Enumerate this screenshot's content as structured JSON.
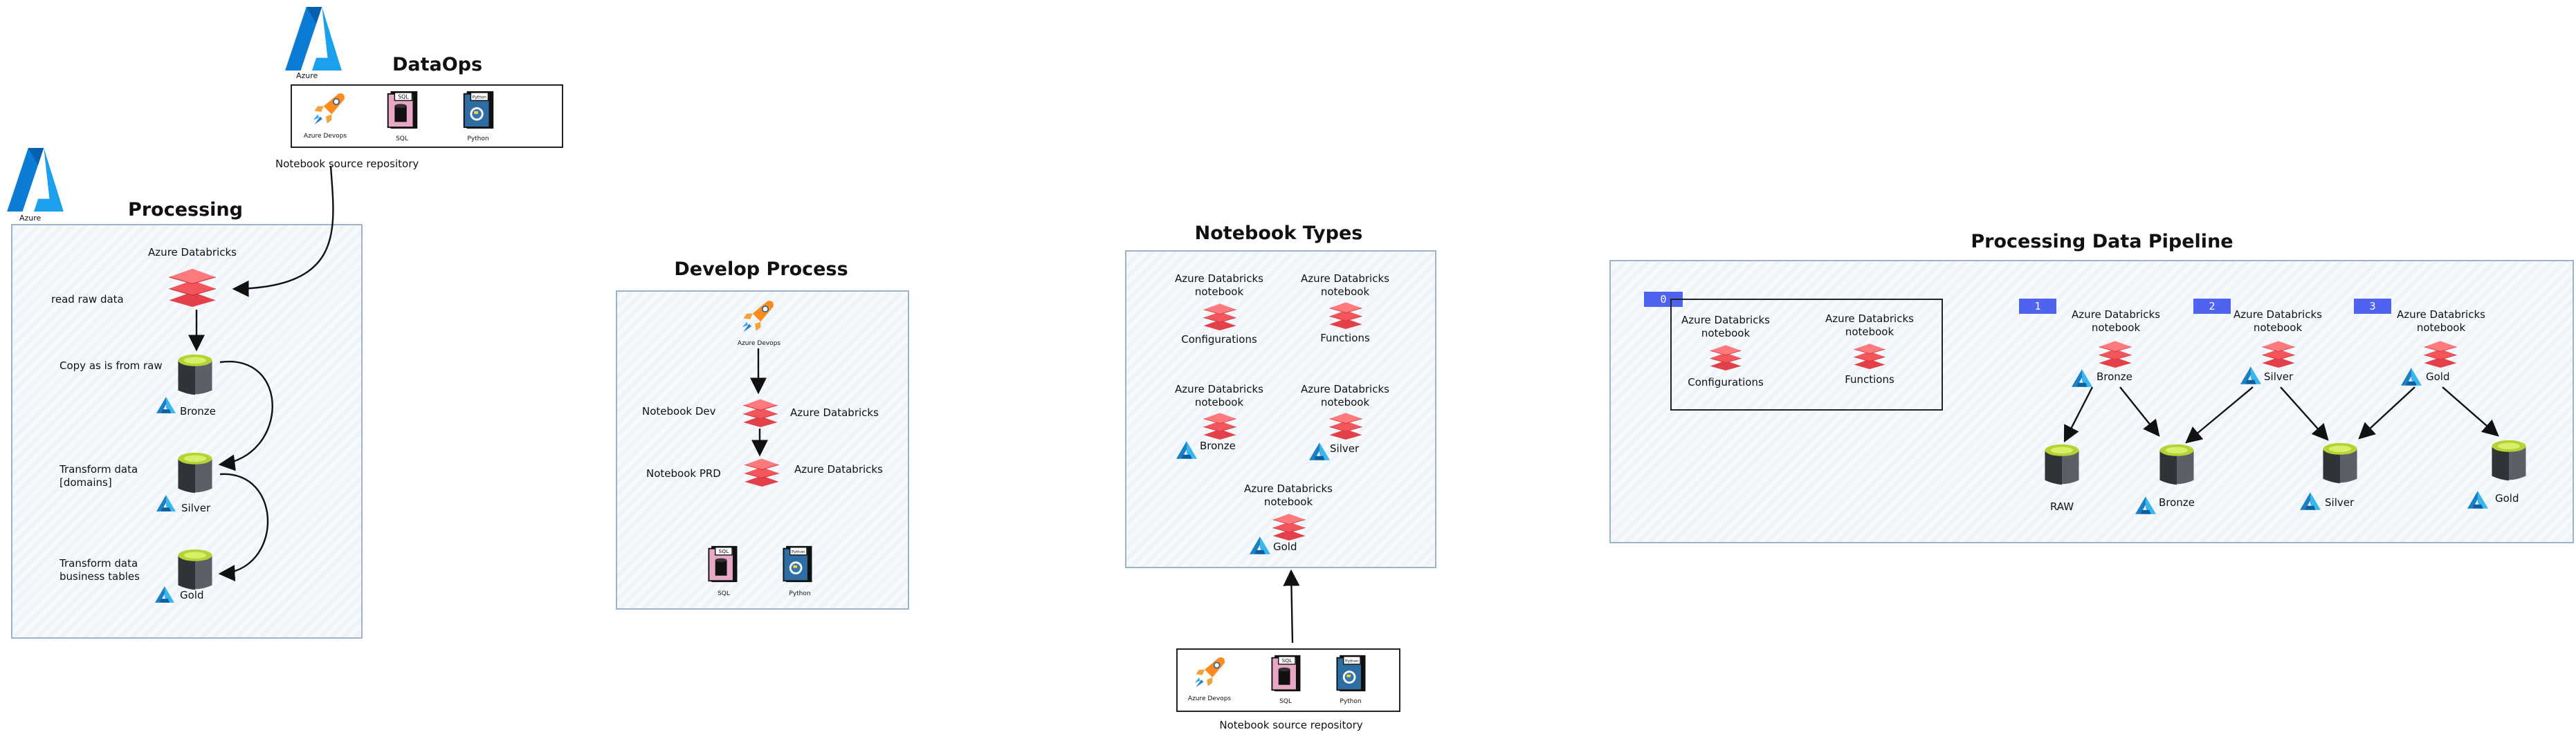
{
  "dataops": {
    "azure_logo_text": "Azure",
    "title": "DataOps",
    "tools": [
      "Azure Devops",
      "SQL",
      "Python"
    ],
    "caption": "Notebook source repository"
  },
  "processing": {
    "azure_logo_text": "Azure",
    "title": "Processing",
    "databricks_label": "Azure Databricks",
    "steps": [
      "read raw data",
      "Copy as is from raw",
      "Transform data [domains]",
      "Transform data business tables"
    ],
    "layers": [
      "Bronze",
      "Silver",
      "Gold"
    ]
  },
  "develop": {
    "title": "Develop Process",
    "devops_label": "Azure Devops",
    "rows": [
      {
        "left": "Notebook Dev",
        "right": "Azure Databricks"
      },
      {
        "left": "Notebook PRD",
        "right": "Azure Databricks"
      }
    ],
    "tools": [
      "SQL",
      "Python"
    ]
  },
  "notebook_types": {
    "title": "Notebook Types",
    "cards": [
      {
        "heading": "Azure Databricks notebook",
        "name": "Configurations"
      },
      {
        "heading": "Azure Databricks notebook",
        "name": "Functions"
      },
      {
        "heading": "Azure Databricks notebook",
        "name": "Bronze"
      },
      {
        "heading": "Azure Databricks notebook",
        "name": "Silver"
      },
      {
        "heading": "Azure Databricks notebook",
        "name": "Gold"
      }
    ],
    "repo_tools": [
      "Azure Devops",
      "SQL",
      "Python"
    ],
    "repo_caption": "Notebook source repository"
  },
  "pipeline": {
    "title": "Processing Data Pipeline",
    "badges": [
      "0",
      "1",
      "2",
      "3"
    ],
    "group_items": [
      {
        "heading": "Azure Databricks notebook",
        "name": "Configurations"
      },
      {
        "heading": "Azure Databricks notebook",
        "name": "Functions"
      }
    ],
    "stages": [
      {
        "heading": "Azure Databricks notebook",
        "name": "Bronze"
      },
      {
        "heading": "Azure Databricks notebook",
        "name": "Silver"
      },
      {
        "heading": "Azure Databricks notebook",
        "name": "Gold"
      }
    ],
    "stores": [
      "RAW",
      "Bronze",
      "Silver",
      "Gold"
    ]
  },
  "colors": {
    "panel_border": "#9fb3c8",
    "databricks_red": "#f2555a",
    "azure_blue": "#0a7cd6",
    "badge_blue": "#4f63f0",
    "storage_green": "#b5d334"
  }
}
